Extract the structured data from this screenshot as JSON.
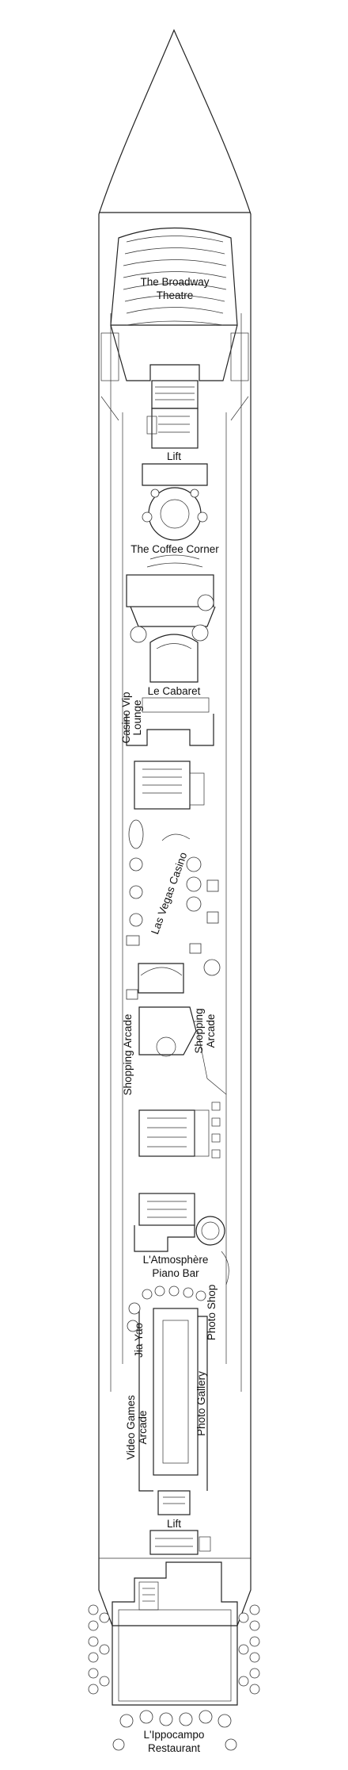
{
  "labels": {
    "broadway_1": "The Broadway",
    "broadway_2": "Theatre",
    "lift_top": "Lift",
    "coffee": "The Coffee Corner",
    "cabaret": "Le Cabaret",
    "casino_vip_1": "Casino Vip",
    "casino_vip_2": "Lounge",
    "las_vegas": "Las Vegas Casino",
    "shopping_left": "Shopping Arcade",
    "shopping_right_1": "Shopping",
    "shopping_right_2": "Arcade",
    "atmosphere_1": "L'Atmosphère",
    "atmosphere_2": "Piano Bar",
    "photo_shop": "Photo Shop",
    "jia_yao": "Jia Yao",
    "photo_gallery": "Photo Gallery",
    "video_games_1": "Video Games",
    "video_games_2": "Arcade",
    "lift_bottom": "Lift",
    "ippocampo_1": "L'Ippocampo",
    "ippocampo_2": "Restaurant"
  }
}
